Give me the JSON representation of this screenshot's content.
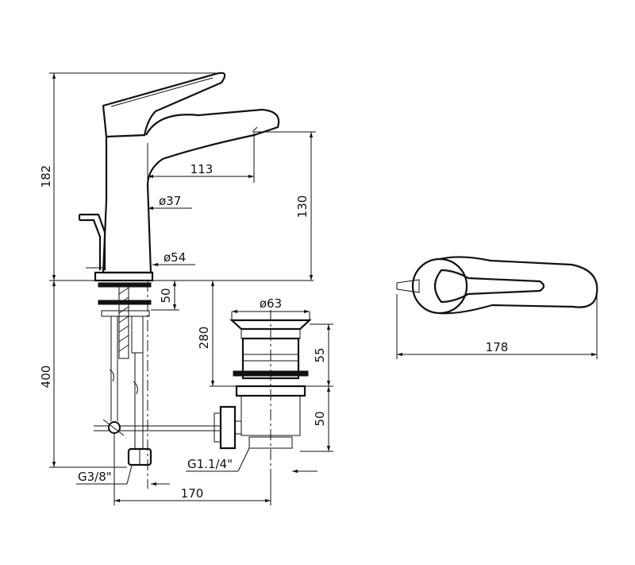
{
  "dimensions": {
    "total_height": "182",
    "spout_reach": "113",
    "body_diameter": "ø37",
    "base_diameter": "ø54",
    "spout_height": "130",
    "deck_thickness": "50",
    "below_deck": "400",
    "waste_diameter": "ø63",
    "waste_height": "280",
    "waste_upper": "55",
    "waste_lower": "50",
    "handle_length": "178",
    "waste_thread": "G1.1/4\"",
    "inlet_thread": "G3/8\"",
    "offset": "170"
  }
}
